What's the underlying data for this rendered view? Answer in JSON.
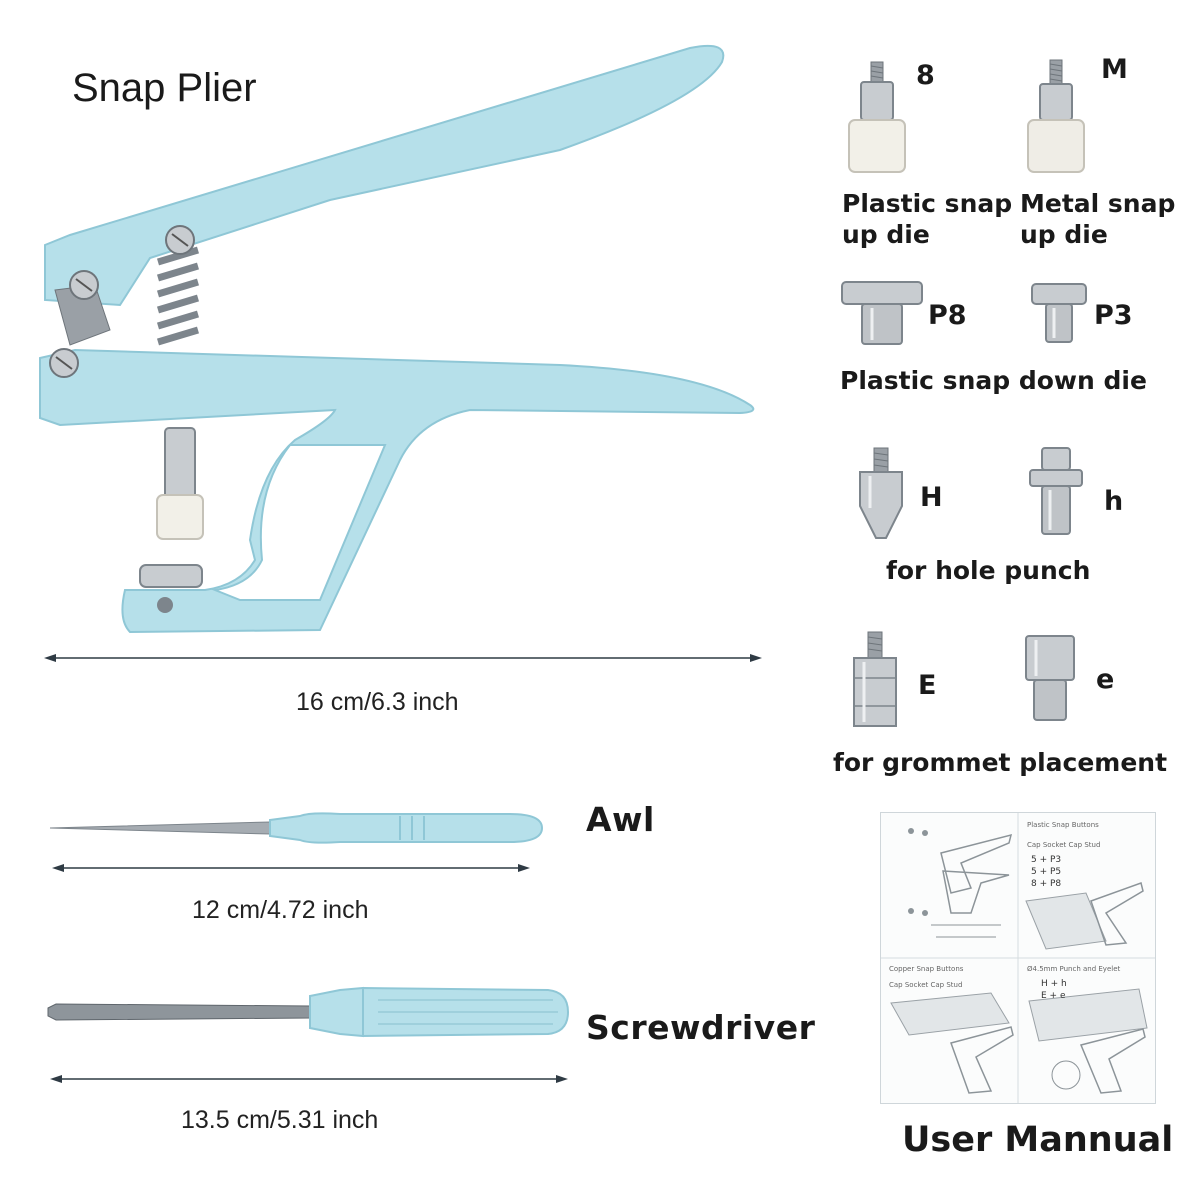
{
  "snap_plier": {
    "label": "Snap Plier",
    "dimension": "16 cm/6.3 inch",
    "icon": "snap-plier-icon"
  },
  "awl": {
    "label": "Awl",
    "dimension": "12 cm/4.72 inch",
    "icon": "awl-icon"
  },
  "screwdriver": {
    "label": "Screwdriver",
    "dimension": "13.5 cm/5.31 inch",
    "icon": "screwdriver-icon"
  },
  "dies": {
    "up": [
      {
        "code": "8",
        "caption_line1": "Plastic snap",
        "caption_line2": "up die"
      },
      {
        "code": "M",
        "caption_line1": "Metal snap",
        "caption_line2": "up die"
      }
    ],
    "down": {
      "codes": [
        "P8",
        "P3"
      ],
      "caption": "Plastic snap down die"
    },
    "hole_punch": {
      "codes": [
        "H",
        "h"
      ],
      "caption": "for hole punch"
    },
    "grommet": {
      "codes": [
        "E",
        "e"
      ],
      "caption": "for grommet placement"
    }
  },
  "manual": {
    "title": "User Mannual",
    "plastic_heading": "Plastic Snap Buttons",
    "plastic_parts": "Cap  Socket    Cap  Stud",
    "combos": [
      "5 + P3",
      "5 + P5",
      "8 + P8"
    ],
    "copper_heading": "Copper Snap Buttons",
    "copper_parts": "Cap  Socket  Cap  Stud",
    "punch_heading": "Ø4.5mm Punch and Eyelet",
    "punch_combos": [
      "H + h",
      "E + e"
    ]
  },
  "colors": {
    "tool_blue": "#b6e0ea",
    "tool_blue_dark": "#8fc7d6",
    "metal": "#c8ccd0",
    "nylon": "#f2f0e8"
  }
}
